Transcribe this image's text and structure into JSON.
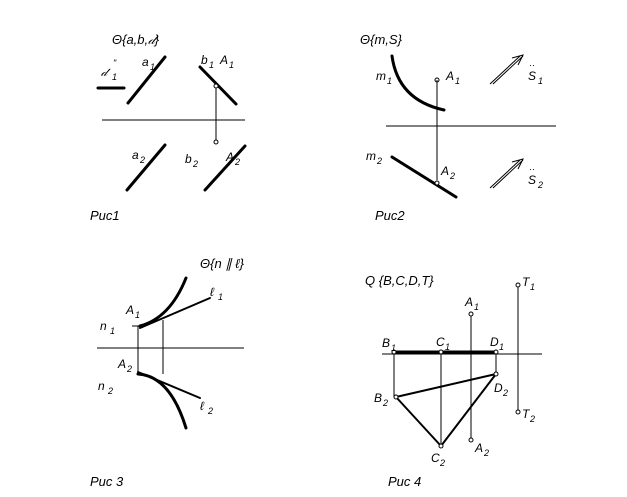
{
  "fig1": {
    "caption": "Рис1",
    "header": "Θ{a,b,𝒹}",
    "labels": {
      "d": "𝒹",
      "a": "a",
      "b": "b",
      "A": "A",
      "s1": "1",
      "s2": "2",
      "dprime": "\""
    }
  },
  "fig2": {
    "caption": "Рис2",
    "header": "Θ{m,S}",
    "labels": {
      "m": "m",
      "A": "A",
      "S": "S",
      "s1": "1",
      "s2": "2",
      "dots": "··"
    }
  },
  "fig3": {
    "caption": "Рис 3",
    "header": "Θ{n ∥ ℓ}",
    "labels": {
      "n": "n",
      "l": "ℓ",
      "A": "A",
      "s1": "1",
      "s2": "2"
    }
  },
  "fig4": {
    "caption": "Рис 4",
    "header": "Q {B,C,D,T}",
    "labels": {
      "A": "A",
      "B": "B",
      "C": "C",
      "D": "D",
      "T": "T",
      "s1": "1",
      "s2": "2"
    }
  }
}
